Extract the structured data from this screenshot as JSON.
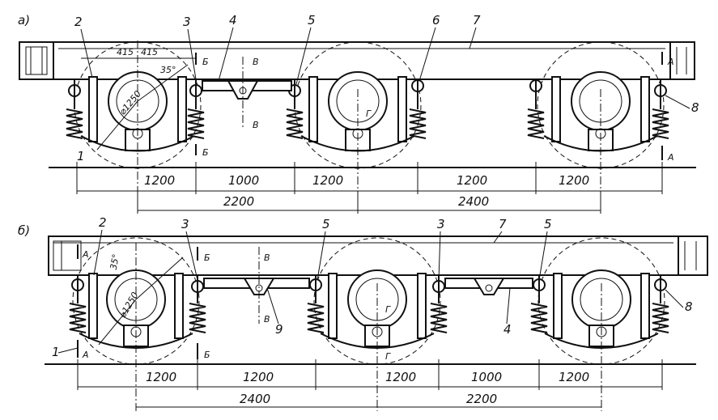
{
  "diagram_a": {
    "panel_label": "а)",
    "part_labels": {
      "p1": "1",
      "p2": "2",
      "p3": "3",
      "p4": "4",
      "p5": "5",
      "p6": "6",
      "p7": "7",
      "p8": "8"
    },
    "section_labels": {
      "a_top": "А",
      "a_bottom": "А",
      "b_top": "Б",
      "b_bottom": "Б",
      "v_top": "В",
      "v_bottom": "В",
      "g": "Г"
    },
    "annotations": {
      "d1": "415",
      "d2": "415",
      "angle": "35°",
      "wheel_dia": "⌀1250"
    },
    "dims_row1": [
      "1200",
      "1000",
      "1200",
      "1200",
      "1200"
    ],
    "dims_row2": [
      "2200",
      "2400"
    ]
  },
  "diagram_b": {
    "panel_label": "б)",
    "part_labels": {
      "p1": "1",
      "p2": "2",
      "p3a": "3",
      "p3b": "3",
      "p4": "4",
      "p5a": "5",
      "p5b": "5",
      "p7": "7",
      "p8": "8",
      "p9": "9"
    },
    "section_labels": {
      "a_top": "А",
      "a_bottom": "А",
      "b_top": "Б",
      "b_bottom": "Б",
      "v_top": "В",
      "v_bottom": "В",
      "g": "Г",
      "g2": "Г"
    },
    "annotations": {
      "angle": "35°",
      "wheel_dia": "⌀1250"
    },
    "dims_row1": [
      "1200",
      "1200",
      "1200",
      "1000",
      "1200"
    ],
    "dims_row2": [
      "2400",
      "2200"
    ]
  }
}
